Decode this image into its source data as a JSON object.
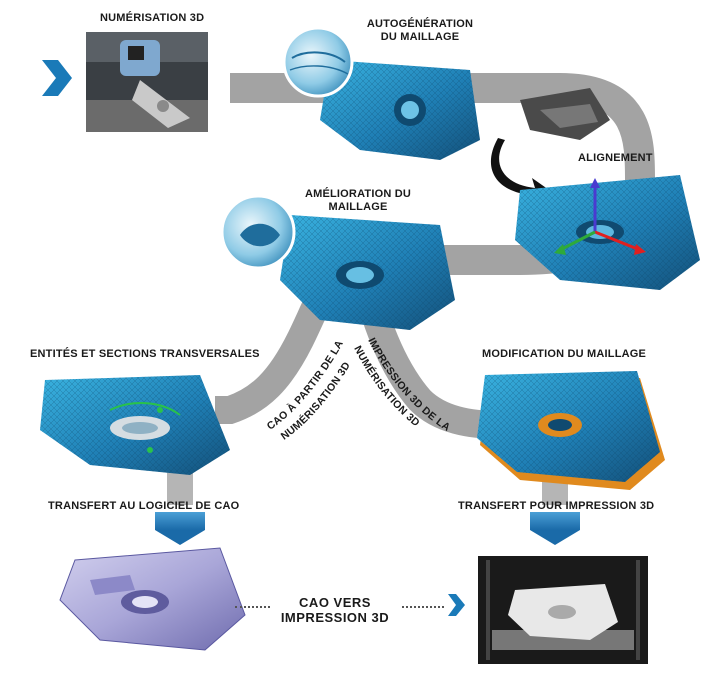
{
  "steps": {
    "scan": "NUMÉRISATION 3D",
    "autogen_line1": "AUTOGÉNÉRATION",
    "autogen_line2": "DU MAILLAGE",
    "align": "ALIGNEMENT",
    "improve_line1": "AMÉLIORATION DU",
    "improve_line2": "MAILLAGE",
    "features": "ENTITÉS ET SECTIONS TRANSVERSALES",
    "modify": "MODIFICATION DU MAILLAGE",
    "to_cad": "TRANSFERT AU LOGICIEL DE CAO",
    "to_print": "TRANSFERT POUR IMPRESSION 3D"
  },
  "branches": {
    "left_line1": "CAO À PARTIR DE LA",
    "left_line2": "NUMÉRISATION 3D",
    "right_line1": "IMPRESSION 3D DE LA",
    "right_line2": "NUMÉRISATION 3D"
  },
  "bottom": {
    "line1": "CAO VERS",
    "line2": "IMPRESSION 3D"
  },
  "colors": {
    "accent_blue": "#1a7ab8",
    "mesh_blue": "#1e6f9f",
    "mesh_blue_light": "#2fa4d4",
    "path_gray": "#a3a3a3",
    "cad_lavender": "#a6a3d6",
    "orange_edge": "#e08a1e",
    "print_bg": "#1a1a1a"
  },
  "icons": {
    "start_chevron": "chevron-right-icon",
    "curved_arrow": "curved-arrow-icon",
    "axes": "xyz-axes-icon"
  }
}
